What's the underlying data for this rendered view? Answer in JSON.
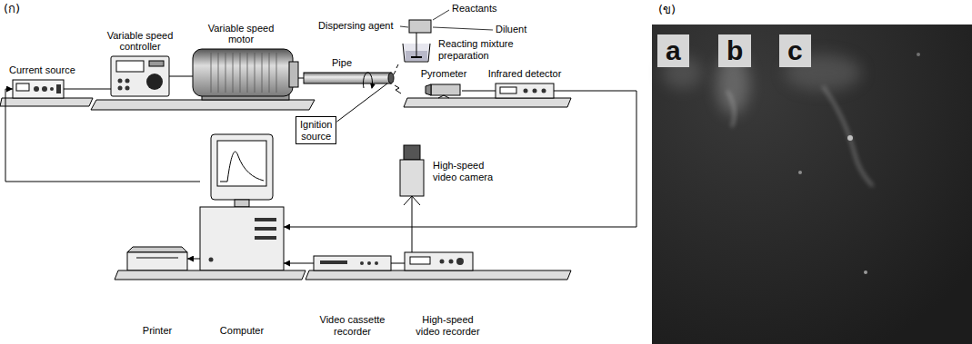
{
  "diagram": {
    "nodes": [
      {
        "text": [
          "Current source"
        ]
      },
      {
        "text": [
          "Variable speed controller"
        ]
      },
      {
        "text": [
          "Variable speed motor"
        ]
      },
      {
        "text": [
          "Pipe"
        ]
      },
      {
        "text": [
          "Reacting mixture preparation"
        ]
      },
      {
        "text": [
          "Pyrometer"
        ]
      },
      {
        "text": [
          "Infrared detector"
        ]
      },
      {
        "text": [
          "Ignition source"
        ]
      },
      {
        "text": [
          "High-speed video camera"
        ]
      },
      {
        "text": [
          "Printer"
        ]
      },
      {
        "text": [
          "Computer"
        ]
      },
      {
        "text": [
          "Video cassette recorder"
        ]
      },
      {
        "text": [
          "High-speed video recorder"
        ]
      },
      {
        "text": [
          "a"
        ]
      },
      {
        "text": [
          "b"
        ]
      },
      {
        "text": [
          "c"
        ]
      }
    ],
    "edges": [
      {
        "from": 10,
        "to": 0,
        "arrow": "to"
      },
      {
        "from": 0,
        "to": 1,
        "arrow": "none"
      },
      {
        "from": 1,
        "to": 2,
        "arrow": "none"
      },
      {
        "from": 2,
        "to": 3,
        "arrow": "none"
      },
      {
        "from": 7,
        "to": 3,
        "arrow": "none"
      },
      {
        "from": 5,
        "to": 6,
        "arrow": "none"
      },
      {
        "from": 6,
        "to": 10,
        "arrow": "to"
      },
      {
        "from": 8,
        "to": 12,
        "arrow": "none"
      },
      {
        "from": 12,
        "to": 11,
        "arrow": "none"
      },
      {
        "from": 11,
        "to": 10,
        "arrow": "to"
      },
      {
        "from": 10,
        "to": 9,
        "arrow": "to"
      }
    ],
    "labels": [
      "(ก)",
      "(ข)",
      "Reactants",
      "Dispersing agent",
      "Diluent"
    ]
  }
}
